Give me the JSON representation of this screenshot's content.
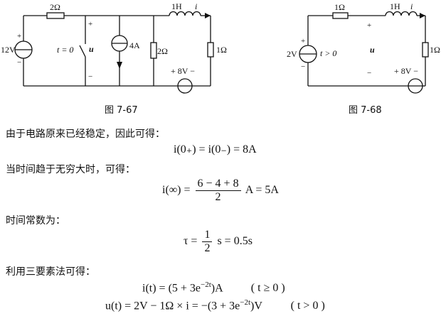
{
  "fig67": {
    "caption": "图 7-67",
    "r_top": "2Ω",
    "v_src": "12V",
    "switch_label": "t = 0",
    "u_label": "u",
    "plus": "+",
    "minus": "−",
    "i_src": "4A",
    "r_mid": "2Ω",
    "inductor": "1H",
    "current": "i",
    "r_right": "1Ω",
    "v_bottom": "+ 8V −"
  },
  "fig68": {
    "caption": "图 7-68",
    "r_top": "1Ω",
    "v_src": "2V",
    "t_label": "t > 0",
    "u_label": "u",
    "plus": "+",
    "minus": "−",
    "inductor": "1H",
    "current": "i",
    "r_right": "1Ω",
    "v_bottom": "+ 8V −"
  },
  "text": {
    "p1": "由于电路原来已经稳定，因此可得：",
    "eq1": "i(0₊) = i(0₋) = 8A",
    "p2": "当时间趋于无穷大时，可得：",
    "eq2_lhs": "i(∞) =",
    "eq2_num": "6 − 4 + 8",
    "eq2_den": "2",
    "eq2_rhs": "A = 5A",
    "p3": "时间常数为：",
    "eq3_lhs": "τ =",
    "eq3_num": "1",
    "eq3_den": "2",
    "eq3_rhs": "s = 0.5s",
    "p4": "利用三要素法可得：",
    "eq4_a": "i(t) = (5 + 3e",
    "eq4_exp": "−2t",
    "eq4_b": ")A",
    "eq4_cond": "( t ≥ 0 )",
    "eq5_a": "u(t) = 2V − 1Ω × i = −(3 + 3e",
    "eq5_exp": "−2t",
    "eq5_b": ")V",
    "eq5_cond": "( t > 0 )"
  }
}
